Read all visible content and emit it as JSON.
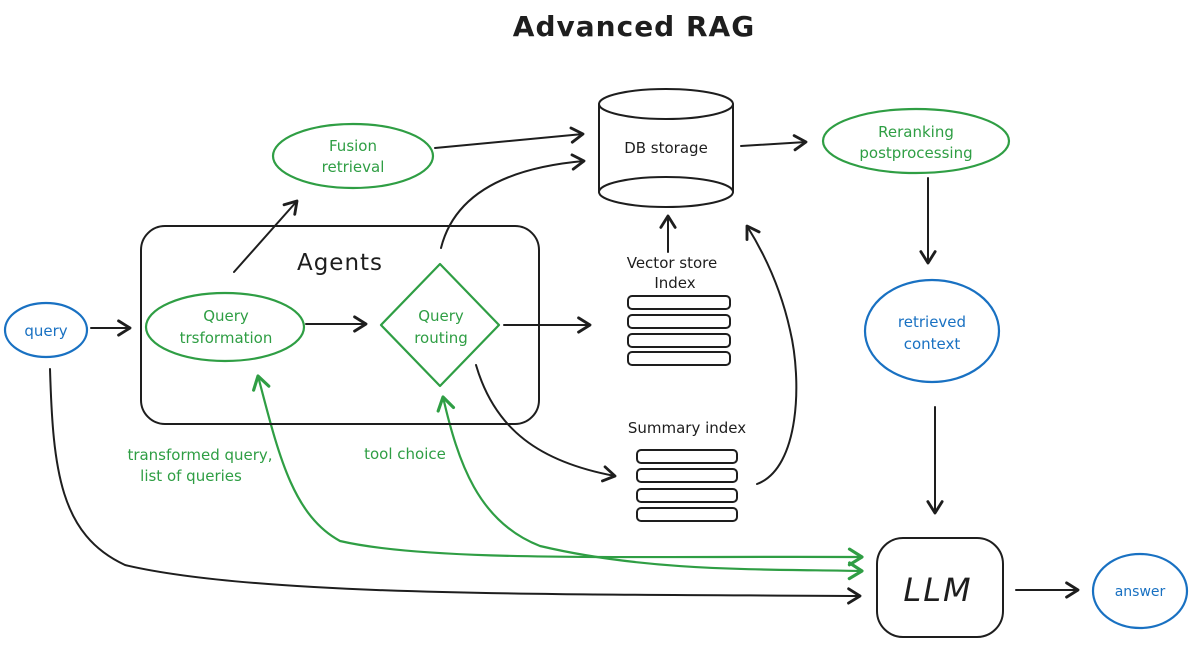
{
  "title": "Advanced RAG",
  "colors": {
    "ink": "#1e1e1e",
    "green": "#2f9e44",
    "blue": "#1971c2",
    "background": "#ffffff"
  },
  "nodes": {
    "query": {
      "label": "query",
      "color": "blue",
      "shape": "ellipse"
    },
    "agents_group": {
      "label": "Agents",
      "shape": "rounded-rectangle"
    },
    "query_transformation": {
      "lines": [
        "Query",
        "trsformation"
      ],
      "color": "green",
      "shape": "ellipse"
    },
    "query_routing": {
      "lines": [
        "Query",
        "routing"
      ],
      "color": "green",
      "shape": "diamond"
    },
    "fusion_retrieval": {
      "lines": [
        "Fusion",
        "retrieval"
      ],
      "color": "green",
      "shape": "ellipse"
    },
    "db_storage": {
      "label": "DB storage",
      "shape": "cylinder"
    },
    "reranking_postprocessing": {
      "lines": [
        "Reranking",
        "postprocessing"
      ],
      "color": "green",
      "shape": "ellipse"
    },
    "vector_store_index": {
      "lines": [
        "Vector store",
        "Index"
      ],
      "shape": "stacked-bars",
      "bar_count": 4
    },
    "summary_index": {
      "label": "Summary index",
      "shape": "stacked-bars",
      "bar_count": 4
    },
    "retrieved_context": {
      "lines": [
        "retrieved",
        "context"
      ],
      "color": "blue",
      "shape": "ellipse"
    },
    "llm": {
      "label": "LLM",
      "shape": "rounded-rectangle"
    },
    "answer": {
      "label": "answer",
      "color": "blue",
      "shape": "ellipse"
    }
  },
  "annotations": {
    "transformed_query": {
      "lines": [
        "transformed query,",
        "list of queries"
      ],
      "color": "green"
    },
    "tool_choice": {
      "label": "tool choice",
      "color": "green"
    }
  },
  "edges": [
    {
      "from": "query",
      "to": "agents_group",
      "color": "black"
    },
    {
      "from": "query_transformation",
      "to": "query_routing",
      "color": "black"
    },
    {
      "from": "query_transformation",
      "to": "fusion_retrieval",
      "color": "black"
    },
    {
      "from": "fusion_retrieval",
      "to": "db_storage",
      "color": "black"
    },
    {
      "from": "query_routing",
      "to": "db_storage",
      "color": "black"
    },
    {
      "from": "db_storage",
      "to": "reranking_postprocessing",
      "color": "black"
    },
    {
      "from": "reranking_postprocessing",
      "to": "retrieved_context",
      "color": "black"
    },
    {
      "from": "retrieved_context",
      "to": "llm",
      "color": "black"
    },
    {
      "from": "llm",
      "to": "answer",
      "color": "black"
    },
    {
      "from": "query_routing",
      "to": "vector_store_index",
      "color": "black"
    },
    {
      "from": "vector_store_index",
      "to": "db_storage",
      "color": "black"
    },
    {
      "from": "query_routing",
      "to": "summary_index",
      "color": "black"
    },
    {
      "from": "summary_index",
      "to": "db_storage",
      "color": "black"
    },
    {
      "from": "query",
      "to": "llm",
      "color": "black"
    },
    {
      "from": "query_transformation",
      "to": "llm",
      "color": "green",
      "bidirectional": true
    },
    {
      "from": "query_routing",
      "to": "llm",
      "color": "green",
      "bidirectional": true
    }
  ]
}
